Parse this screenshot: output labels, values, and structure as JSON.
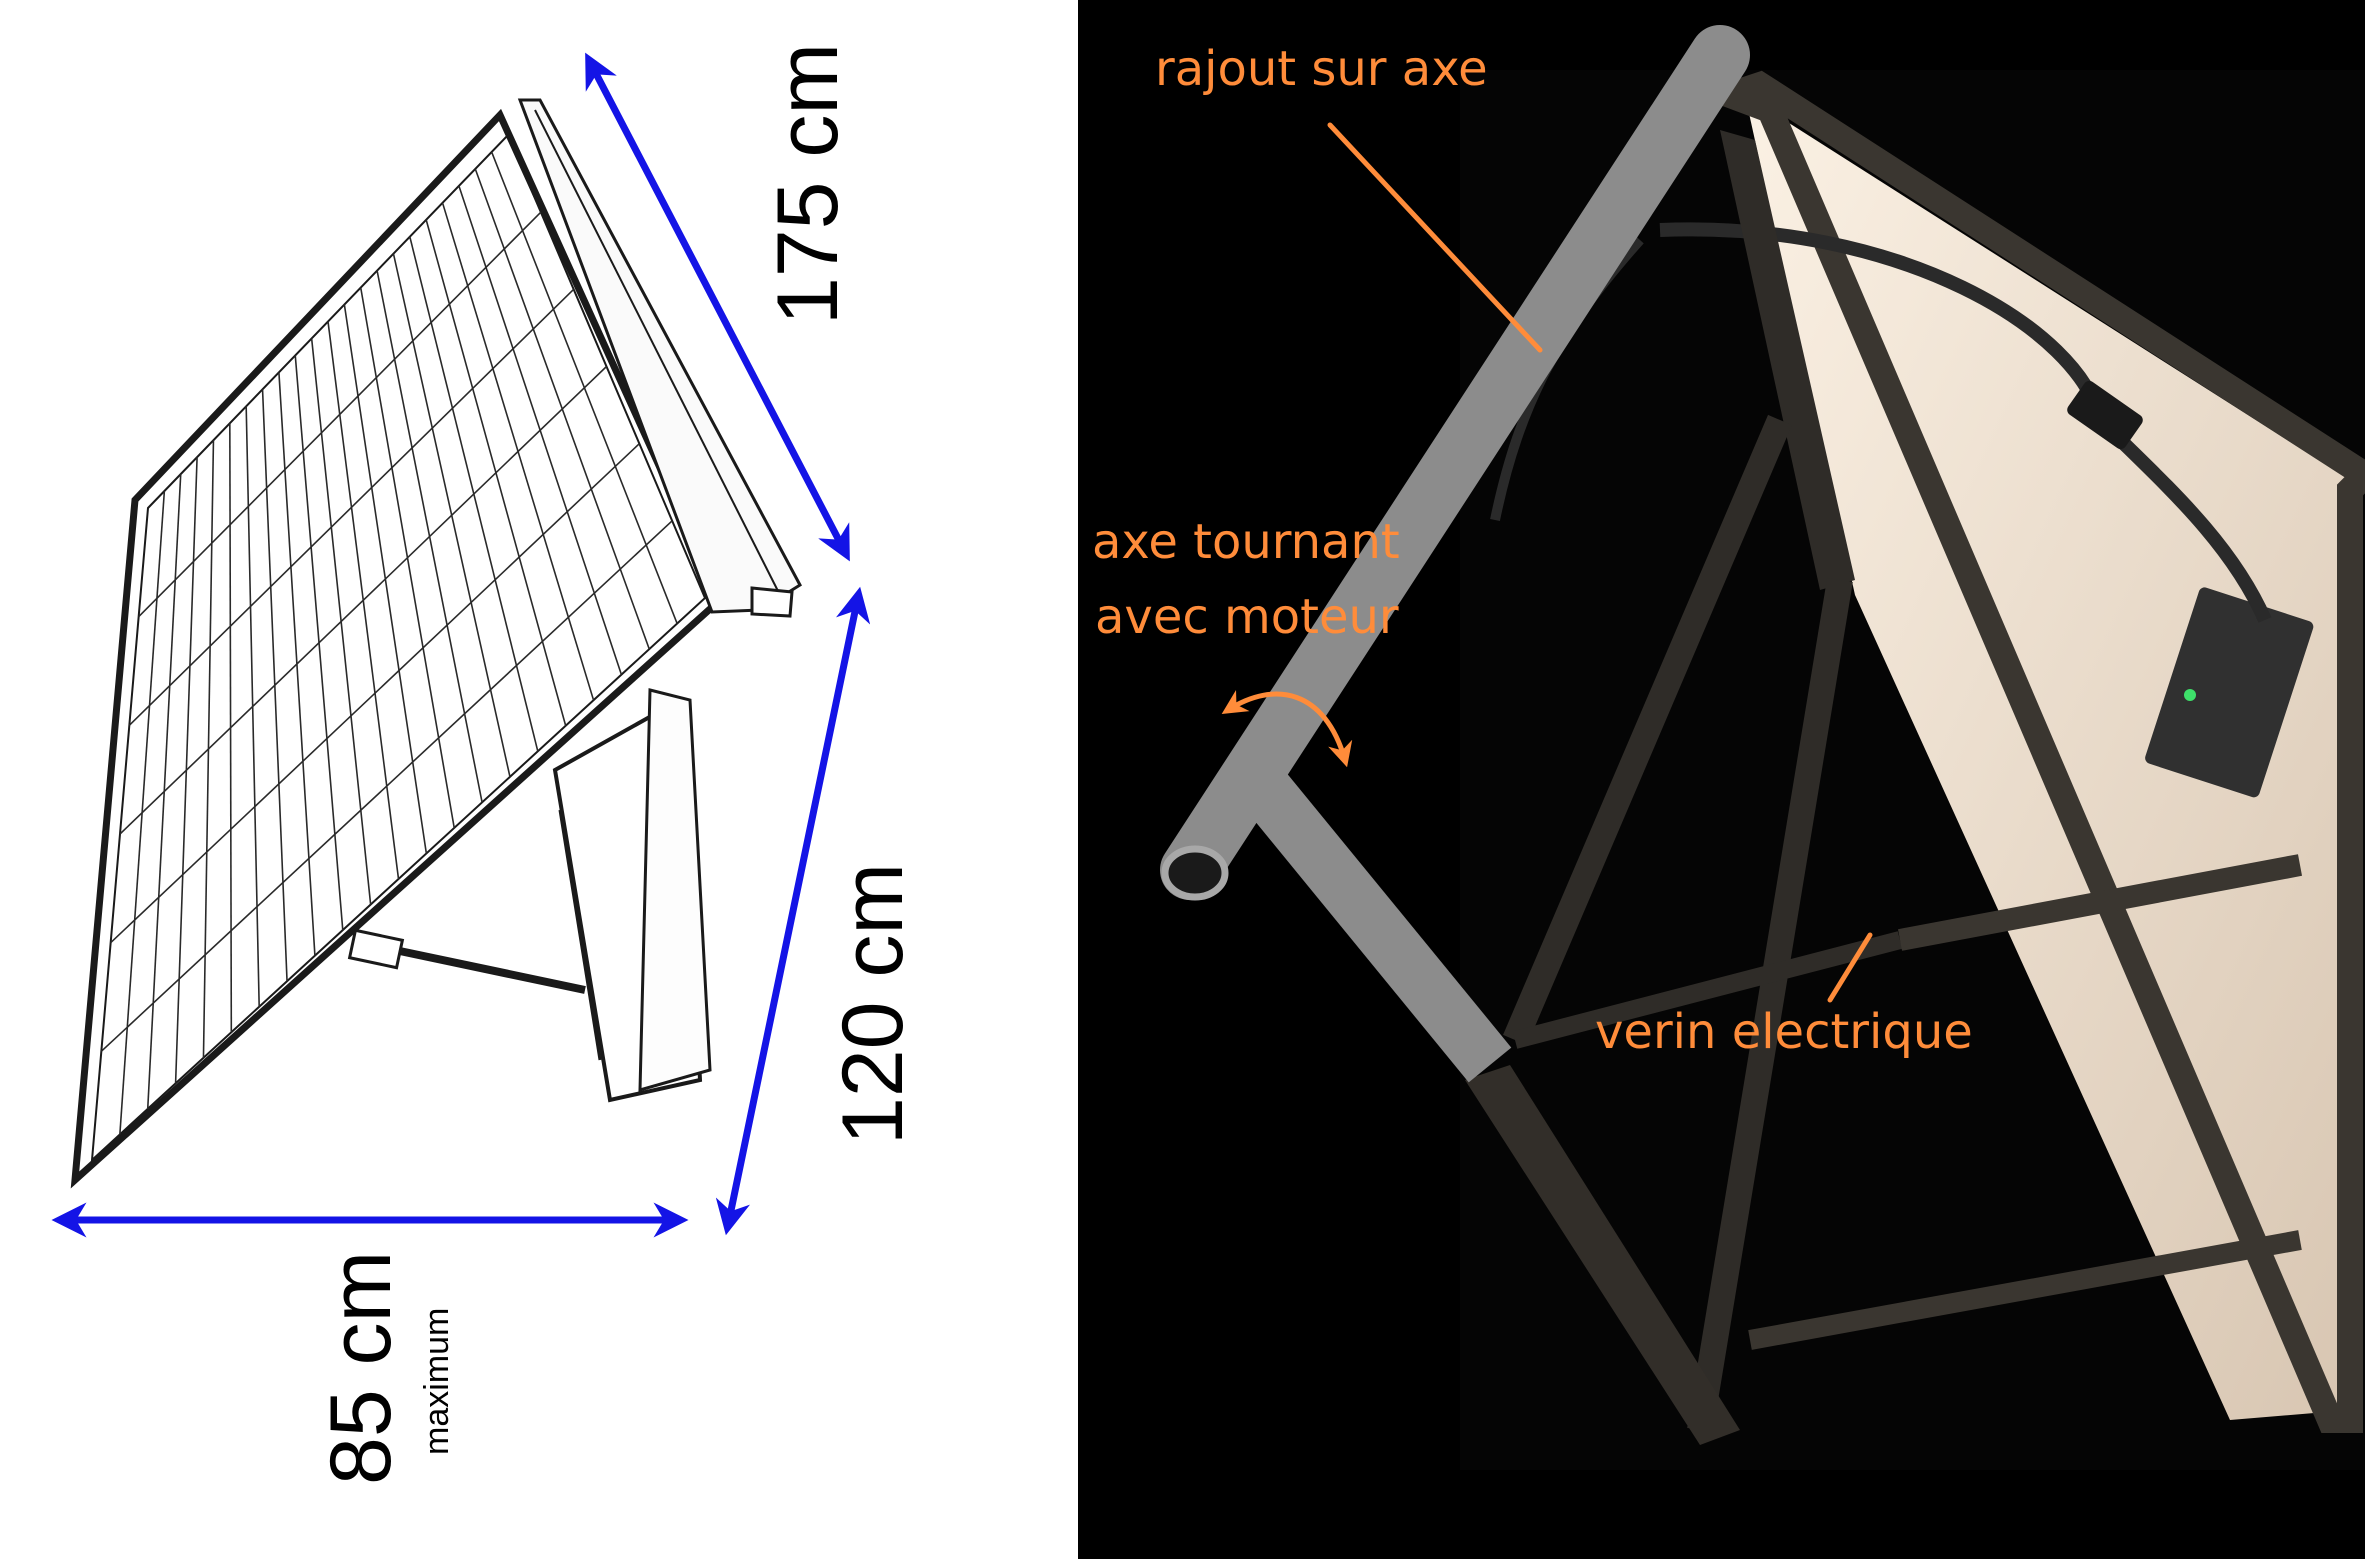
{
  "colors": {
    "dimension_arrow": "#1414e6",
    "annotation": "#ff8c3a",
    "panel_back": "#f2e3d2",
    "frame_dark": "#3a3630",
    "axis_grey": "#8c8c8c"
  },
  "dimensions": {
    "length": "175 cm",
    "height": "120 cm",
    "depth": "85 cm",
    "depth_note": "maximum"
  },
  "annotations": {
    "extension_on_axis": "rajout sur axe",
    "rotating_axis_line1": "axe tournant",
    "rotating_axis_line2": "avec moteur",
    "electric_actuator": "verin electrique"
  }
}
